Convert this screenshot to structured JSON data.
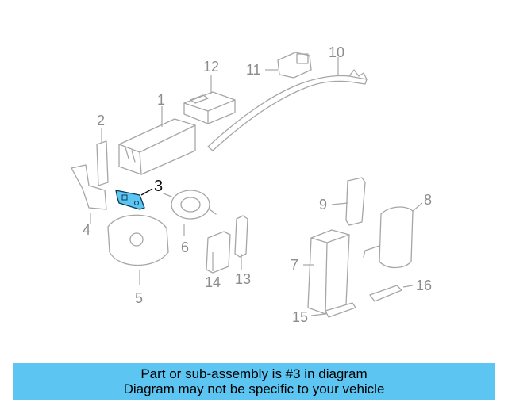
{
  "diagram": {
    "callouts": [
      "1",
      "2",
      "3",
      "4",
      "5",
      "6",
      "7",
      "8",
      "9",
      "10",
      "11",
      "12",
      "13",
      "14",
      "15",
      "16"
    ],
    "highlighted_part": "3",
    "highlight_color": "#5cc5f2"
  },
  "banner": {
    "line1": "Part or sub-assembly is #3 in diagram",
    "line2": "Diagram may not be specific to your vehicle",
    "background": "#5cc5f2"
  }
}
